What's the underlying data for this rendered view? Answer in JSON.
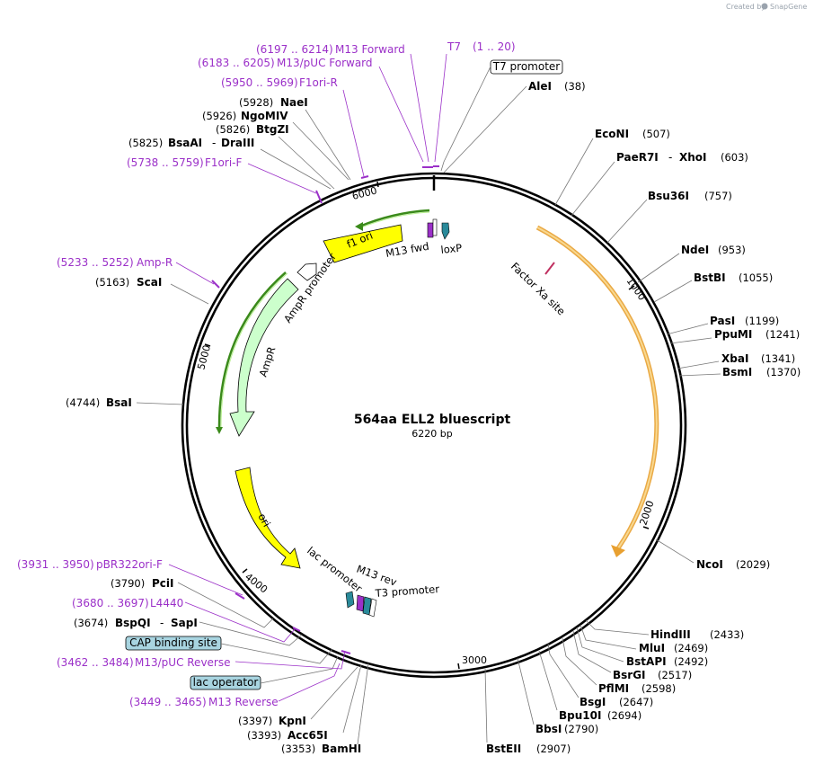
{
  "branding": {
    "created_by": "Created by",
    "product": "SnapGene"
  },
  "map": {
    "title": "564aa ELL2 bluescript",
    "size_label": "6220 bp",
    "total_bp": 6220
  },
  "ticks": [
    "1000",
    "2000",
    "3000",
    "4000",
    "5000",
    "6000"
  ],
  "sites": [
    {
      "name": "AleI",
      "pos": "(38)"
    },
    {
      "name": "EcoNI",
      "pos": "(507)"
    },
    {
      "name": "PaeR7I",
      "sep": "-",
      "name2": "XhoI",
      "pos": "(603)"
    },
    {
      "name": "Bsu36I",
      "pos": "(757)"
    },
    {
      "name": "NdeI",
      "pos": "(953)"
    },
    {
      "name": "BstBI",
      "pos": "(1055)"
    },
    {
      "name": "PasI",
      "pos": "(1199)"
    },
    {
      "name": "PpuMI",
      "pos": "(1241)"
    },
    {
      "name": "XbaI",
      "pos": "(1341)"
    },
    {
      "name": "BsmI",
      "pos": "(1370)"
    },
    {
      "name": "NcoI",
      "pos": "(2029)"
    },
    {
      "name": "HindIII",
      "pos": "(2433)"
    },
    {
      "name": "MluI",
      "pos": "(2469)"
    },
    {
      "name": "BstAPI",
      "pos": "(2492)"
    },
    {
      "name": "BsrGI",
      "pos": "(2517)"
    },
    {
      "name": "PflMI",
      "pos": "(2598)"
    },
    {
      "name": "BsgI",
      "pos": "(2647)"
    },
    {
      "name": "Bpu10I",
      "pos": "(2694)"
    },
    {
      "name": "BbsI",
      "pos": "(2790)"
    },
    {
      "name": "BstEII",
      "pos": "(2907)"
    },
    {
      "name": "BamHI",
      "pos": "(3353)"
    },
    {
      "name": "Acc65I",
      "pos": "(3393)"
    },
    {
      "name": "KpnI",
      "pos": "(3397)"
    },
    {
      "name": "BspQI",
      "sep": "-",
      "name2": "SapI",
      "pos": "(3674)"
    },
    {
      "name": "PciI",
      "pos": "(3790)"
    },
    {
      "name": "BsaI",
      "pos": "(4744)"
    },
    {
      "name": "ScaI",
      "pos": "(5163)"
    },
    {
      "name": "BsaAI",
      "sep": "-",
      "name2": "DraIII",
      "pos": "(5825)"
    },
    {
      "name": "BtgZI",
      "pos": "(5826)"
    },
    {
      "name": "NgoMIV",
      "pos": "(5926)"
    },
    {
      "name": "NaeI",
      "pos": "(5928)"
    }
  ],
  "primers": [
    {
      "name": "T7",
      "range": "(1 .. 20)"
    },
    {
      "name": "M13 Forward",
      "range": "(6197 .. 6214)"
    },
    {
      "name": "M13/pUC Forward",
      "range": "(6183 .. 6205)"
    },
    {
      "name": "F1ori-R",
      "range": "(5950 .. 5969)"
    },
    {
      "name": "F1ori-F",
      "range": "(5738 .. 5759)"
    },
    {
      "name": "Amp-R",
      "range": "(5233 .. 5252)"
    },
    {
      "name": "pBR322ori-F",
      "range": "(3931 .. 3950)"
    },
    {
      "name": "L4440",
      "range": "(3680 .. 3697)"
    },
    {
      "name": "M13/pUC Reverse",
      "range": "(3462 .. 3484)"
    },
    {
      "name": "M13 Reverse",
      "range": "(3449 .. 3465)"
    }
  ],
  "boxed_labels": {
    "t7_promoter": "T7 promoter",
    "cap_binding_site": "CAP binding site",
    "lac_operator": "lac operator"
  },
  "features": {
    "f1_ori": "f1 ori",
    "ampr_promoter": "AmpR promoter",
    "ampr": "AmpR",
    "ori": "ori",
    "m13_fwd": "M13 fwd",
    "loxp": "loxP",
    "factor_xa": "Factor Xa site",
    "lac_promoter": "lac promoter",
    "m13_rev": "M13 rev",
    "t3_promoter": "T3 promoter"
  },
  "colors": {
    "backbone": "#000000",
    "orf": "#f0a830",
    "ori": "#ffff00",
    "ampr": "#ccffcc",
    "primer": "#9b30c8",
    "misc_box": "#a8d4e0"
  }
}
